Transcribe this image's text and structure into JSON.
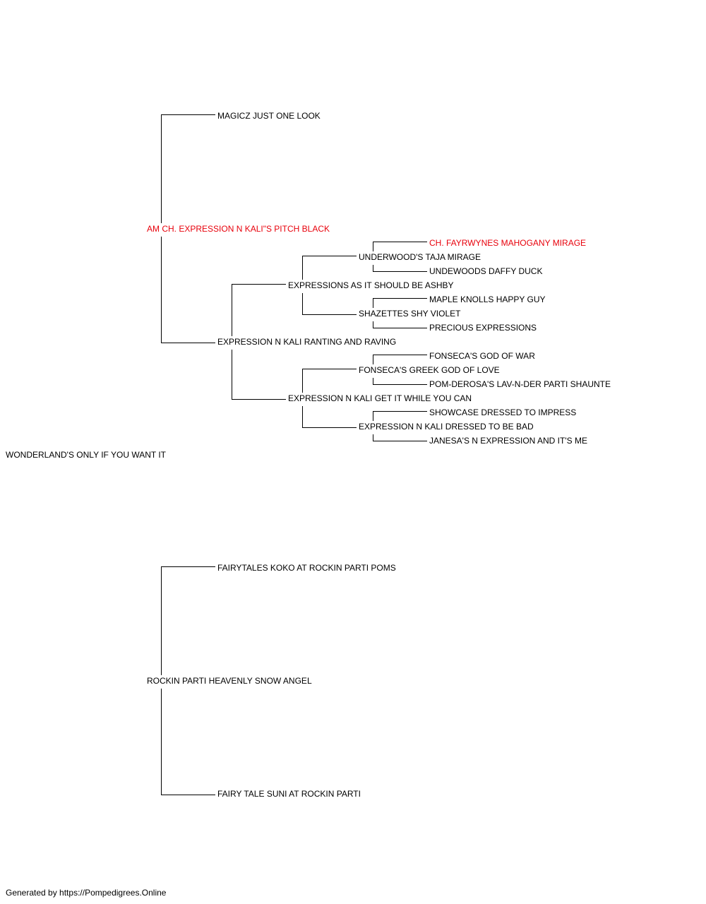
{
  "colors": {
    "text": "#000000",
    "champion": "#e8000b",
    "line": "#000000",
    "background": "#ffffff"
  },
  "pedigree": {
    "subject": {
      "name": "WONDERLAND'S ONLY IF YOU WANT IT",
      "champion": false
    },
    "sire": {
      "name": "AM CH. EXPRESSION N KALI\"S PITCH BLACK",
      "champion": true
    },
    "dam": {
      "name": "ROCKIN PARTI HEAVENLY SNOW ANGEL",
      "champion": false
    },
    "sire_sire": {
      "name": "MAGICZ JUST ONE LOOK",
      "champion": false
    },
    "sire_dam": {
      "name": "EXPRESSION N KALI RANTING AND RAVING",
      "champion": false
    },
    "dam_sire": {
      "name": "FAIRYTALES KOKO AT ROCKIN PARTI POMS",
      "champion": false
    },
    "dam_dam": {
      "name": "FAIRY TALE SUNI AT ROCKIN PARTI",
      "champion": false
    },
    "sd_sire": {
      "name": "EXPRESSIONS AS IT SHOULD BE ASHBY",
      "champion": false
    },
    "sd_dam": {
      "name": "EXPRESSION N KALI GET IT WHILE YOU CAN",
      "champion": false
    },
    "sds_sire": {
      "name": "UNDERWOOD'S TAJA MIRAGE",
      "champion": false
    },
    "sds_dam": {
      "name": "SHAZETTES SHY VIOLET",
      "champion": false
    },
    "sdd_sire": {
      "name": "FONSECA'S GREEK GOD OF LOVE",
      "champion": false
    },
    "sdd_dam": {
      "name": "EXPRESSION N KALI DRESSED TO BE BAD",
      "champion": false
    },
    "sdss_sire": {
      "name": "CH. FAYRWYNES MAHOGANY MIRAGE",
      "champion": true
    },
    "sdss_dam": {
      "name": "UNDEWOODS DAFFY DUCK",
      "champion": false
    },
    "sdsd_sire": {
      "name": "MAPLE KNOLLS HAPPY GUY",
      "champion": false
    },
    "sdsd_dam": {
      "name": "PRECIOUS EXPRESSIONS",
      "champion": false
    },
    "sdds_sire": {
      "name": "FONSECA'S GOD OF WAR",
      "champion": false
    },
    "sdds_dam": {
      "name": "POM-DEROSA'S LAV-N-DER PARTI SHAUNTE",
      "champion": false
    },
    "sddd_sire": {
      "name": "SHOWCASE DRESSED TO IMPRESS",
      "champion": false
    },
    "sddd_dam": {
      "name": "JANESA'S N EXPRESSION AND IT'S ME",
      "champion": false
    }
  },
  "footer": {
    "text": "Generated by https://Pompedigrees.Online"
  }
}
